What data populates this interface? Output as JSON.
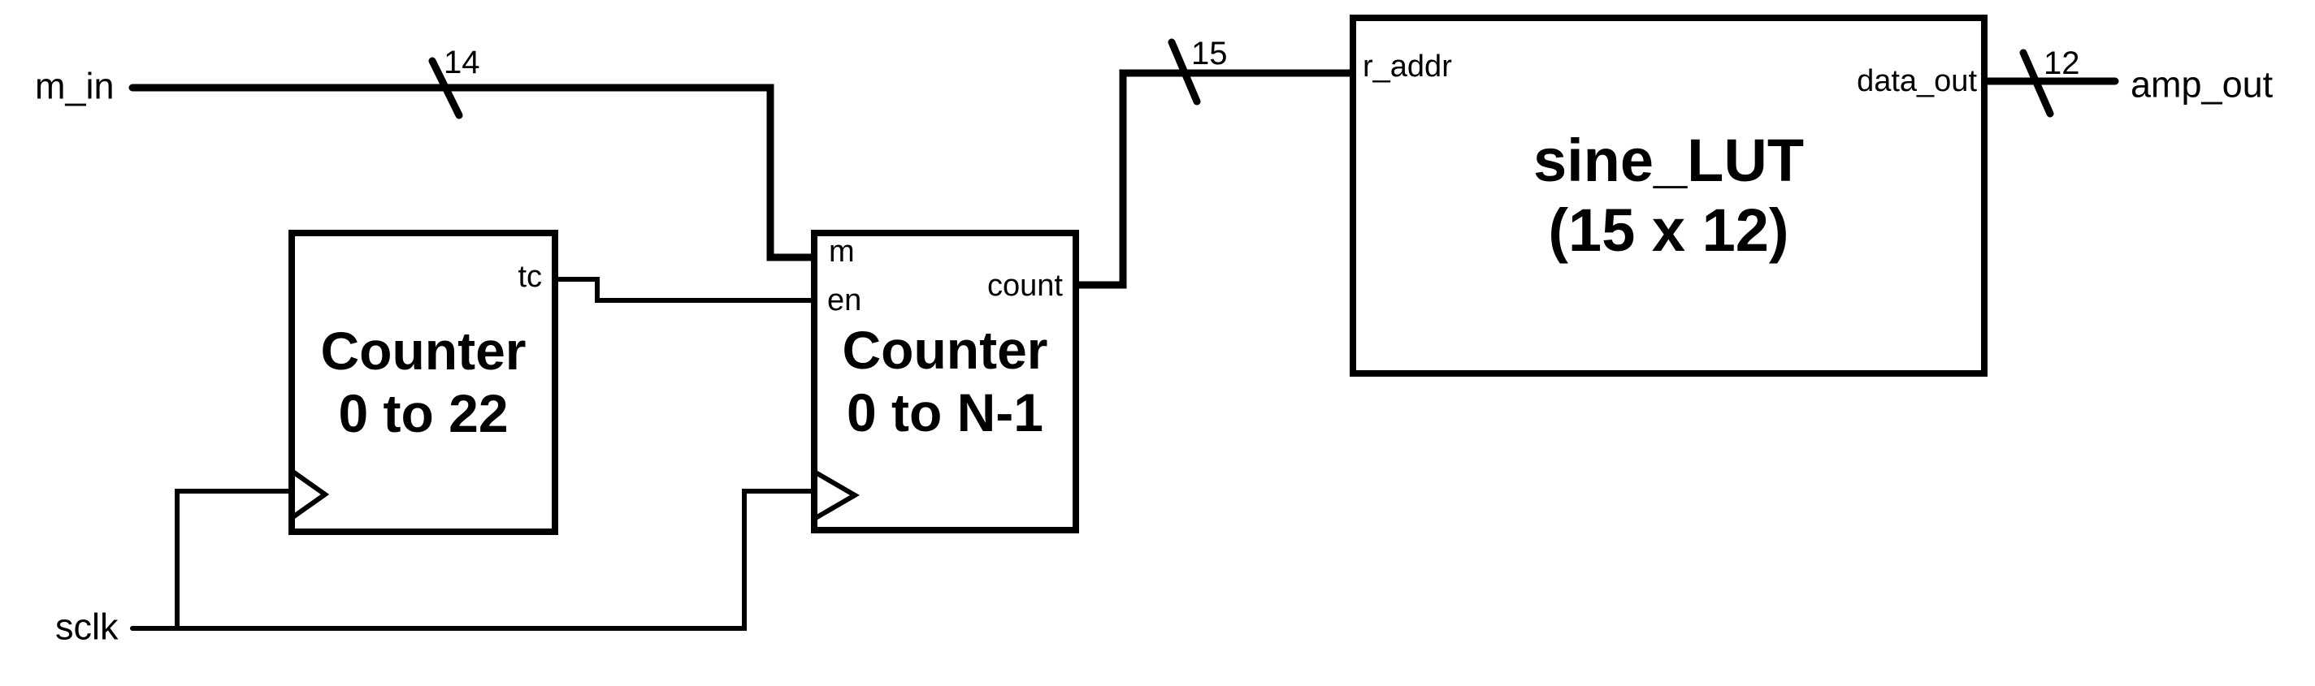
{
  "colors": {
    "ink": "#000000",
    "paper": "#ffffff"
  },
  "wires": {
    "m_in": {
      "label": "m_in",
      "bus_width": "14"
    },
    "sclk": {
      "label": "sclk"
    },
    "count_bus": {
      "bus_width": "15"
    },
    "amp_out": {
      "label": "amp_out",
      "bus_width": "12"
    }
  },
  "blocks": {
    "counter_0_to_22": {
      "title": [
        "Counter",
        "0 to 22"
      ],
      "ports": {
        "tc": "tc"
      }
    },
    "counter_0_to_n_minus_1": {
      "title": [
        "Counter",
        "0 to N-1"
      ],
      "ports": {
        "m": "m",
        "en": "en",
        "count": "count"
      }
    },
    "sine_lut": {
      "title": [
        "sine_LUT",
        "(15 x 12)"
      ],
      "ports": {
        "r_addr": "r_addr",
        "data_out": "data_out"
      }
    }
  }
}
